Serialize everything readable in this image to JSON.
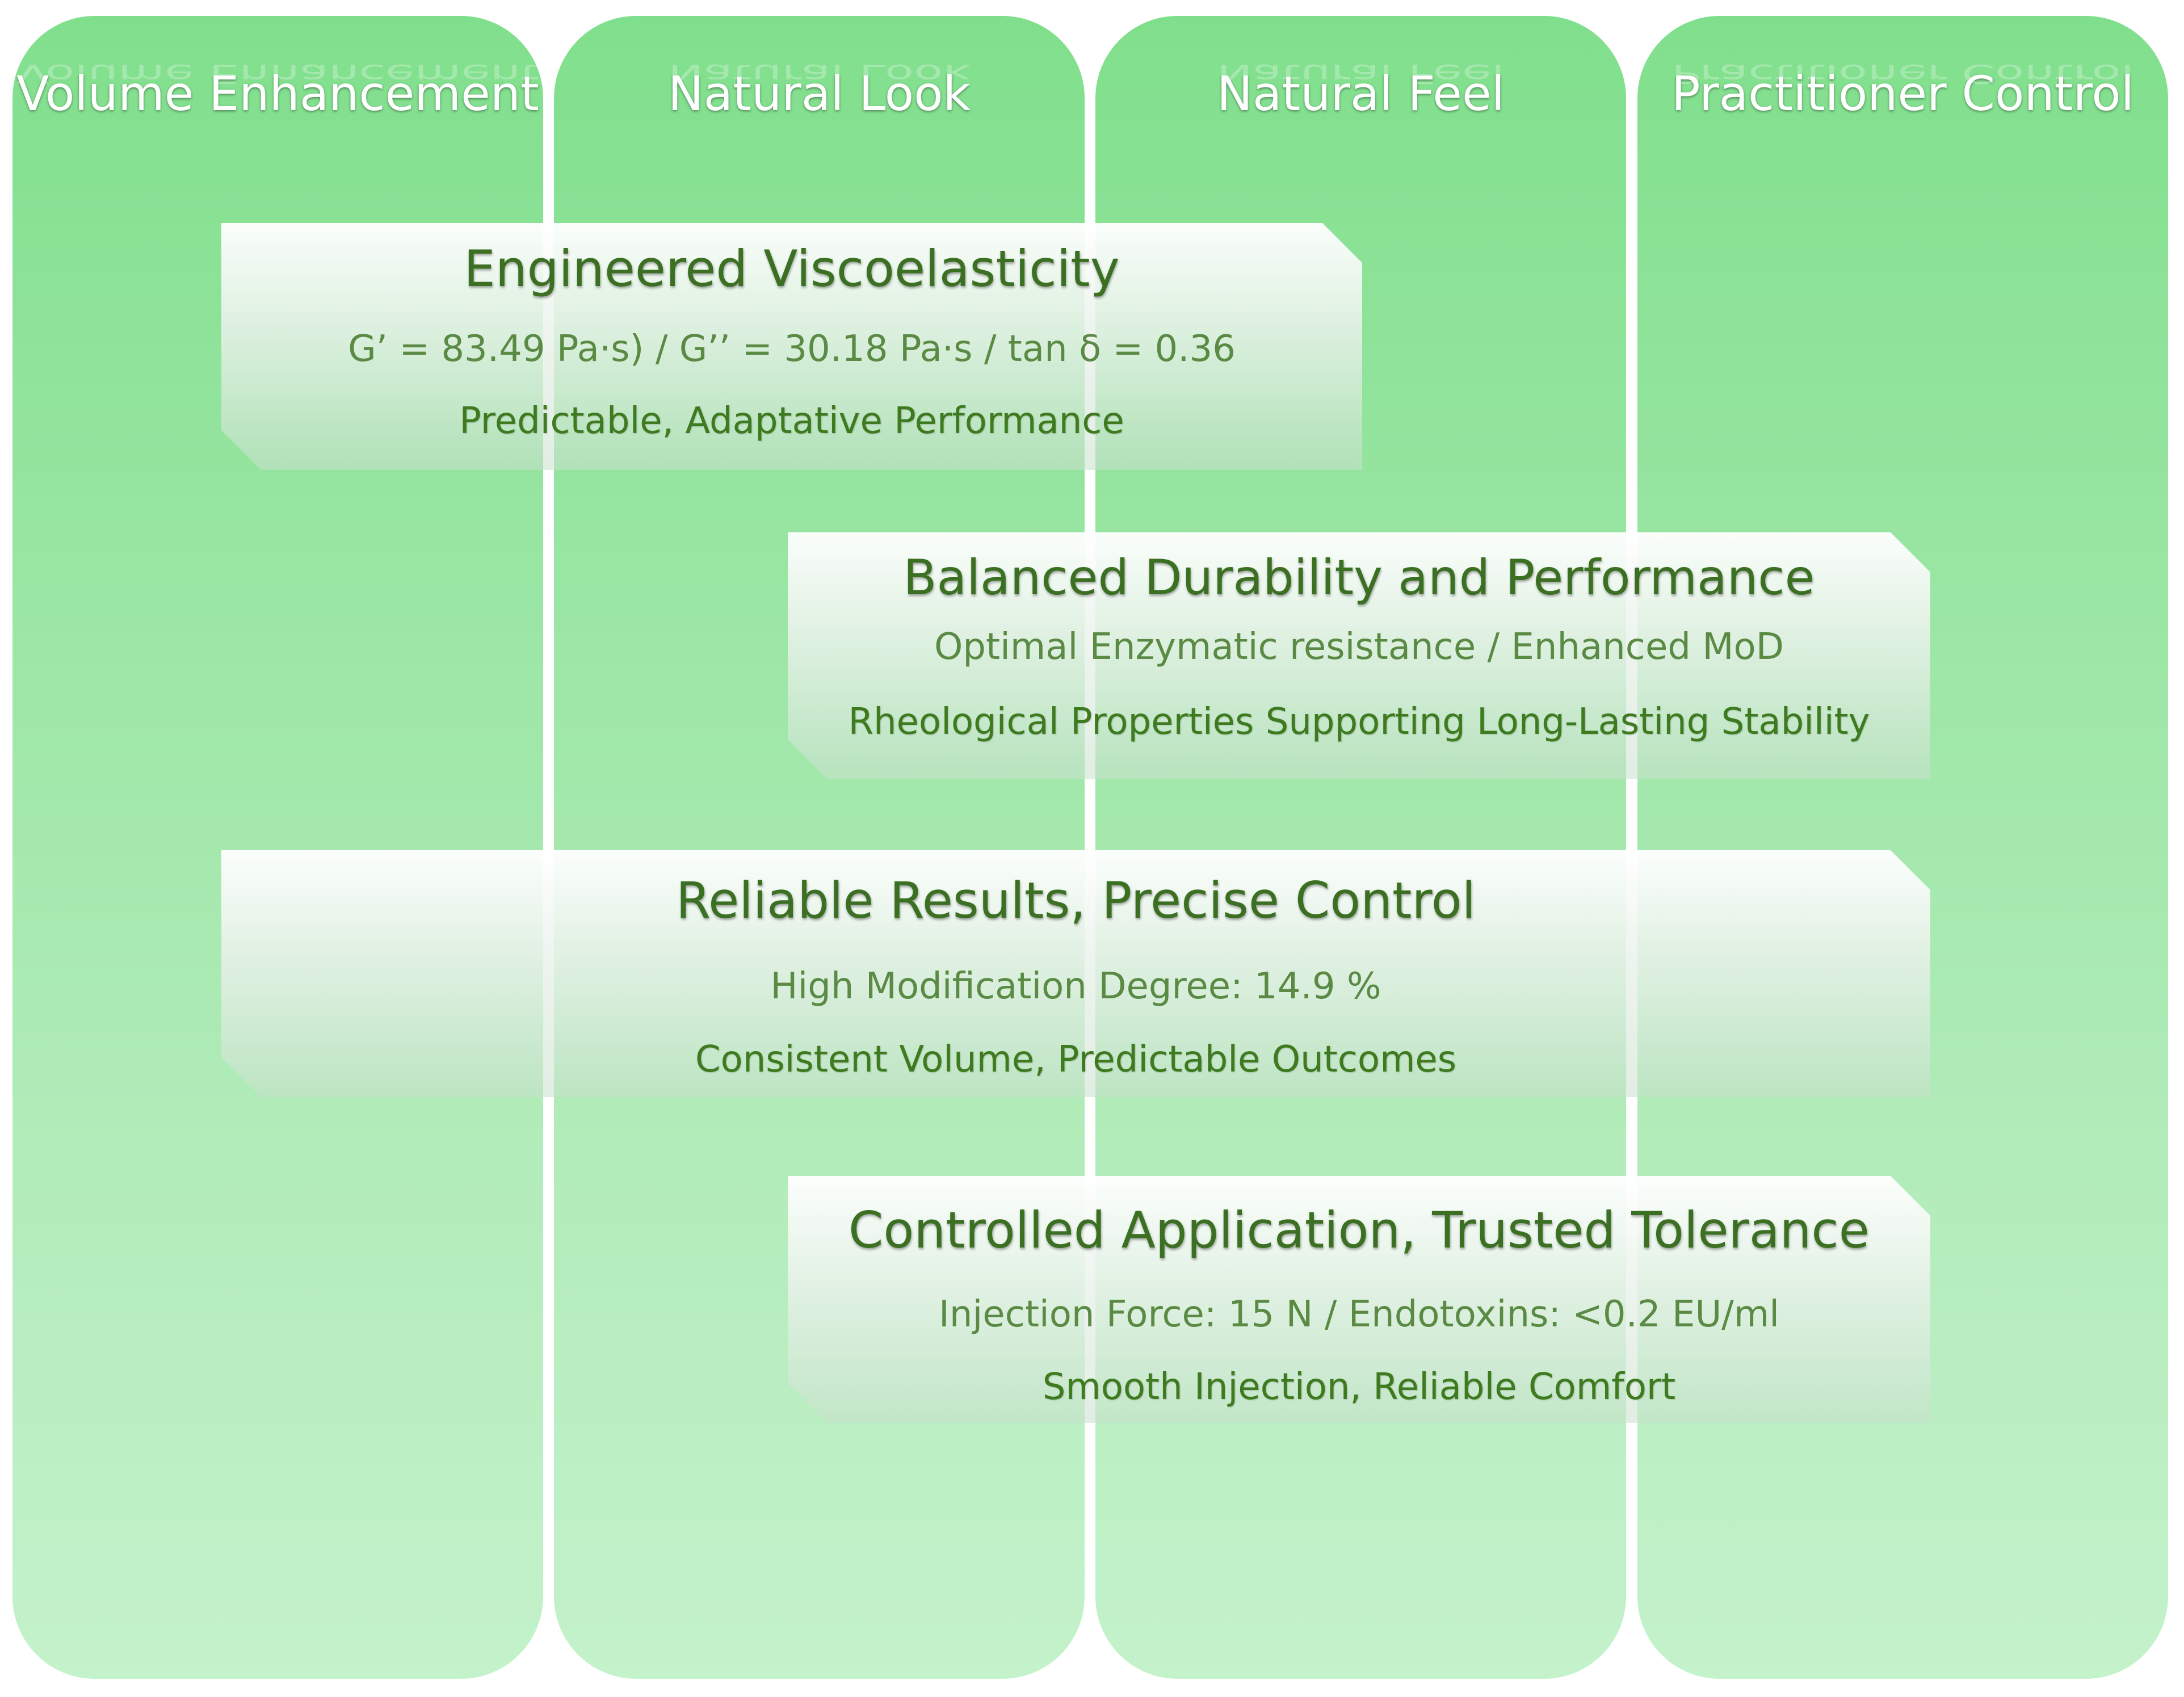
{
  "columns": [
    {
      "title": "Volume Enhancement"
    },
    {
      "title": "Natural Look"
    },
    {
      "title": "Natural Feel"
    },
    {
      "title": "Practitioner Control"
    }
  ],
  "boxes": [
    {
      "heading": "Engineered Viscoelasticity",
      "spec": "G’ = 83.49 Pa·s) / G’’ = 30.18 Pa·s / tan δ = 0.36",
      "benefit": "Predictable,  Adaptative Performance"
    },
    {
      "heading": "Balanced Durability and Performance",
      "spec": "Optimal Enzymatic resistance / Enhanced MoD",
      "benefit": "Rheological Properties Supporting Long-Lasting Stability"
    },
    {
      "heading": "Reliable Results, Precise Control",
      "spec": "High Modification Degree:  14.9 %",
      "benefit": "Consistent Volume, Predictable Outcomes"
    },
    {
      "heading": "Controlled Application, Trusted Tolerance",
      "spec": "Injection Force: 15 N / Endotoxins: <0.2 EU/ml",
      "benefit": "Smooth Injection, Reliable Comfort"
    }
  ],
  "colors": {
    "column_top": "#80df8c",
    "column_bottom": "#c4f2cb",
    "column_title": "#ffffff",
    "heading_text": "#3b6f22",
    "spec_text": "#5a8a44",
    "benefit_text": "#3e7a1e"
  }
}
